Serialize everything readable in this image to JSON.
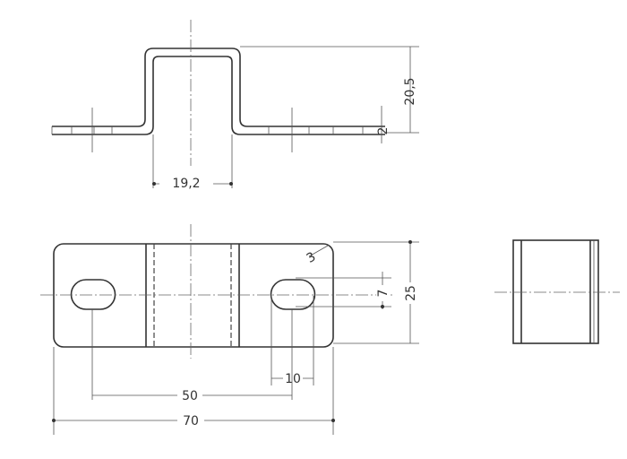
{
  "drawing": {
    "dimensions": {
      "height": "20,5",
      "thickness": "2",
      "hat_width": "19,2",
      "radius": "3",
      "slot_width": "7",
      "width": "25",
      "slot_length": "10",
      "hole_spacing": "50",
      "length": "70"
    }
  }
}
